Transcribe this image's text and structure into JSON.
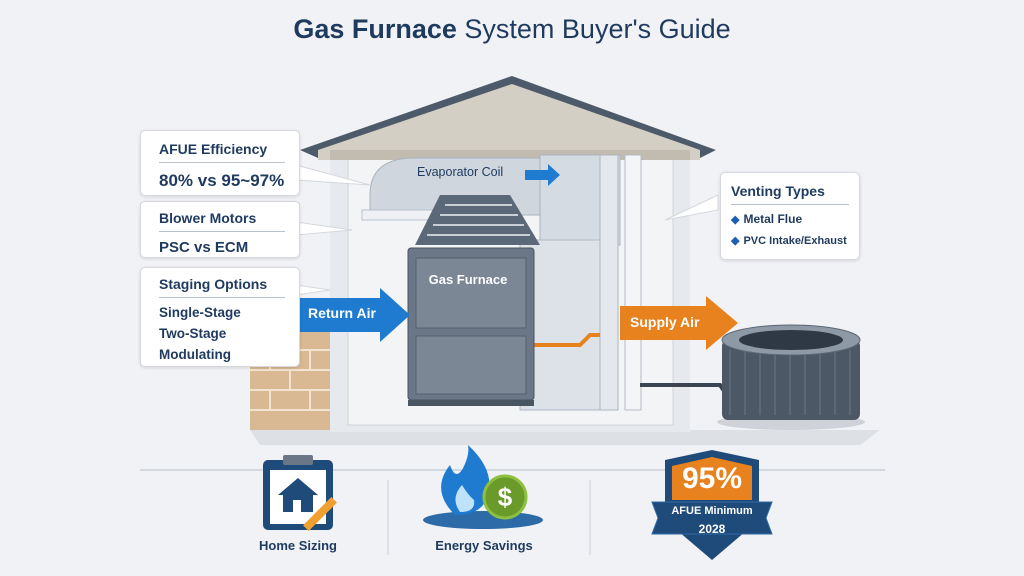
{
  "title": {
    "bold": "Gas Furnace",
    "rest": "System Buyer's Guide"
  },
  "callouts": {
    "afue": {
      "heading": "AFUE Efficiency",
      "value": "80% vs 95~97%"
    },
    "blower": {
      "heading": "Blower Motors",
      "value": "PSC vs ECM"
    },
    "staging": {
      "heading": "Staging Options",
      "items": [
        "Single-Stage",
        "Two-Stage",
        "Modulating"
      ]
    },
    "venting": {
      "heading": "Venting Types",
      "items": [
        "Metal Flue",
        "PVC Intake/Exhaust"
      ]
    }
  },
  "diagram": {
    "evaporator_coil": "Evaporator Coil",
    "furnace": "Gas Furnace",
    "return_air": "Return Air",
    "supply_air": "Supply Air"
  },
  "features": [
    {
      "label": "Home Sizing",
      "icon": "clipboard-house-icon"
    },
    {
      "label": "Energy Savings",
      "icon": "flame-dollar-icon"
    },
    {
      "badge_value": "95%",
      "badge_text": "AFUE Minimum",
      "badge_year": "2028",
      "icon": "shield-badge-icon"
    }
  ],
  "colors": {
    "navy": "#1f3a5f",
    "blue": "#1e7bd0",
    "orange": "#e8821e",
    "green": "#6a9a2a"
  }
}
